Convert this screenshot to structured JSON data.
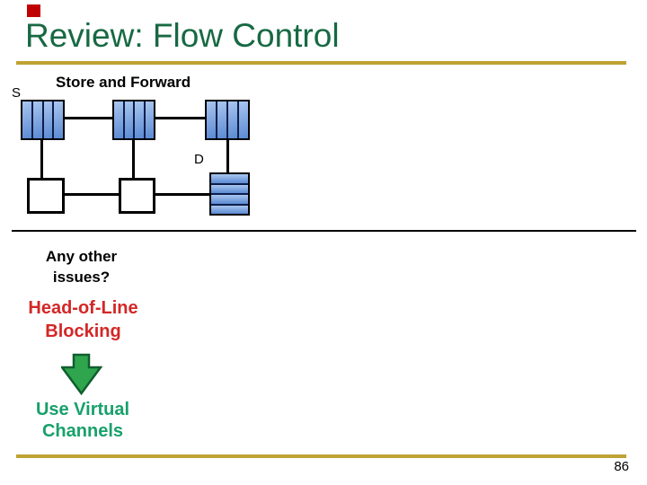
{
  "slide": {
    "title": "Review: Flow Control",
    "page_number": "86",
    "colors": {
      "title_green": "#176943",
      "accent_red": "#C00000",
      "gold_line": "#BFA233",
      "problem_red": "#D32727",
      "solution_green": "#18A06B",
      "arrow_fill": "#2FA54E",
      "arrow_border": "#0F5E2E",
      "buffer_blue_light": "#A9C6EF",
      "buffer_blue_dark": "#5B8AD3",
      "buffer_slat_border": "#0E1E4A"
    }
  },
  "diagram": {
    "heading": "Store and Forward",
    "source_label": "S",
    "dest_label": "D"
  },
  "notes": {
    "question": "Any other\nissues?",
    "problem": "Head-of-Line\nBlocking",
    "solution": "Use Virtual\nChannels"
  },
  "icons": {
    "down_arrow": "down-arrow-icon"
  }
}
